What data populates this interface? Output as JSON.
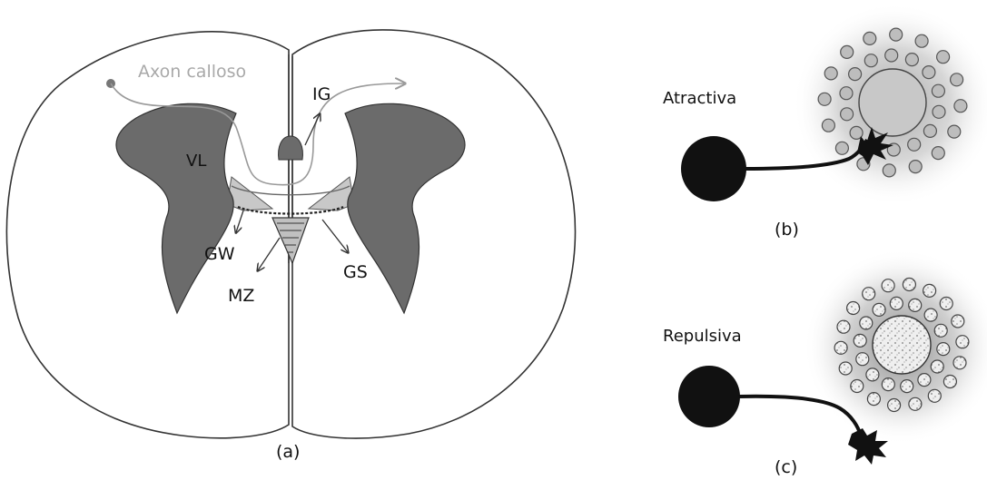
{
  "panel_a": {
    "caption": "(a)",
    "labels": {
      "axon": "Axon calloso",
      "ig": "IG",
      "vl": "VL",
      "gw": "GW",
      "mz": "MZ",
      "gs": "GS"
    }
  },
  "panel_b": {
    "caption": "(b)",
    "label": "Atractiva"
  },
  "panel_c": {
    "caption": "(c)",
    "label": "Repulsiva"
  },
  "colors": {
    "ventricle": "#6b6b6b",
    "outline": "#333333",
    "glia": "#c8c8c8",
    "axon_label": "#a9a9a9",
    "neuron": "#111111"
  }
}
